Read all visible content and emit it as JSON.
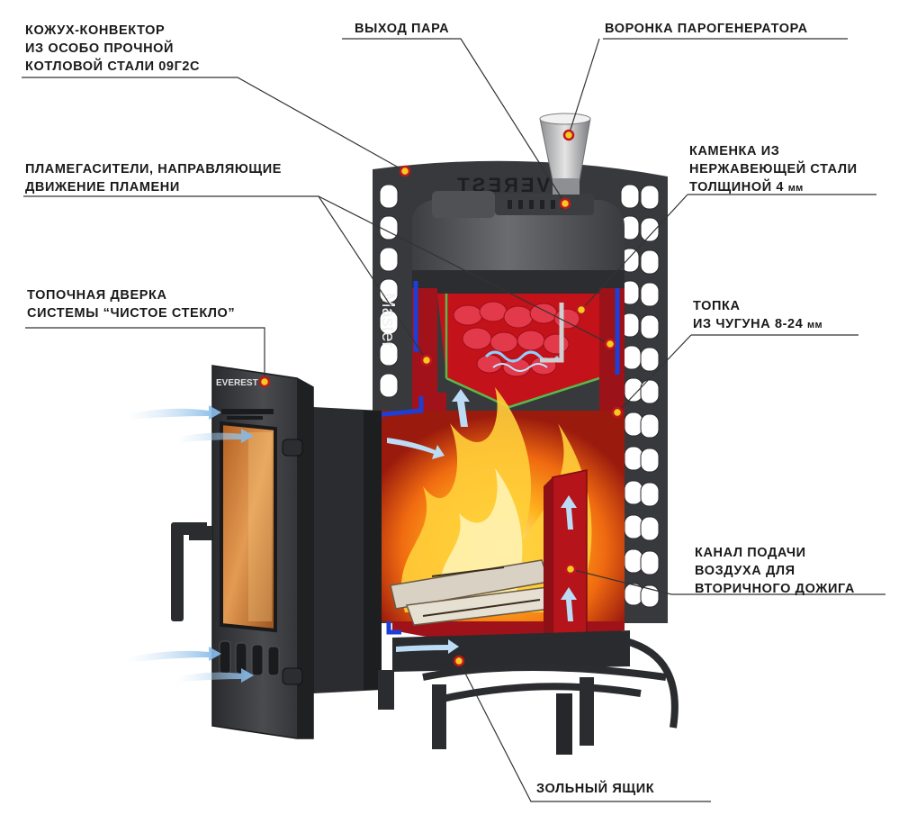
{
  "labels": {
    "casing": [
      "КОЖУХ-КОНВЕКТОР",
      "ИЗ ОСОБО ПРОЧНОЙ",
      "КОТЛОВОЙ СТАЛИ 09Г2С"
    ],
    "steam_outlet": "ВЫХОД ПАРА",
    "steam_funnel": "ВОРОНКА ПАРОГЕНЕРАТОРА",
    "flame_arresters": [
      "ПЛАМЕГАСИТЕЛИ, НАПРАВЛЯЮЩИЕ",
      "ДВИЖЕНИЕ ПЛАМЕНИ"
    ],
    "heater": {
      "line1": "КАМЕНКА ИЗ",
      "line2": "НЕРЖАВЕЮЩЕЙ СТАЛИ",
      "line3": "ТОЛЩИНОЙ 4",
      "unit": "мм"
    },
    "door": [
      "ТОПОЧНАЯ ДВЕРКА",
      "СИСТЕМЫ “ЧИСТОЕ СТЕКЛО”"
    ],
    "firebox": {
      "line1": "ТОПКА",
      "line2": "ИЗ ЧУГУНА 8-24",
      "unit": "мм"
    },
    "air_channel": [
      "КАНАЛ ПОДАЧИ",
      "ВОЗДУХА ДЛЯ",
      "ВТОРИЧНОГО ДОЖИГА"
    ],
    "ash_box": "ЗОЛЬНЫЙ ЯЩИК"
  },
  "brand": {
    "casing_mirrored": "EVEREST",
    "casing_vertical": "Master",
    "door": "EVEREST"
  },
  "colors": {
    "accent_dot": "#f3cb1f",
    "dot_ring": "#c0171c",
    "leader": "#333333",
    "steel": "#2f3033",
    "fire_red": "#b4141a",
    "seal_blue": "#1d3fd6",
    "flame": "#f58a12"
  }
}
